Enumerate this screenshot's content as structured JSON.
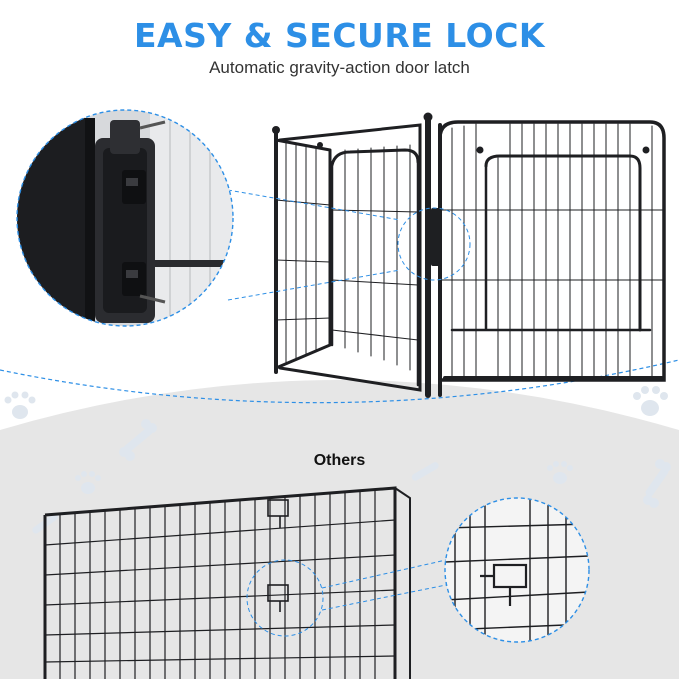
{
  "header": {
    "title": "EASY & SECURE LOCK",
    "subtitle": "Automatic gravity-action door latch"
  },
  "comparison": {
    "label": "Others"
  },
  "colors": {
    "accent": "#2d8fe6",
    "metal": "#1e1f22",
    "gray_area": "#e6e6e6",
    "paw_bone": "#dfe6ee"
  },
  "icons": [
    "paw-print-icon",
    "bone-icon"
  ]
}
